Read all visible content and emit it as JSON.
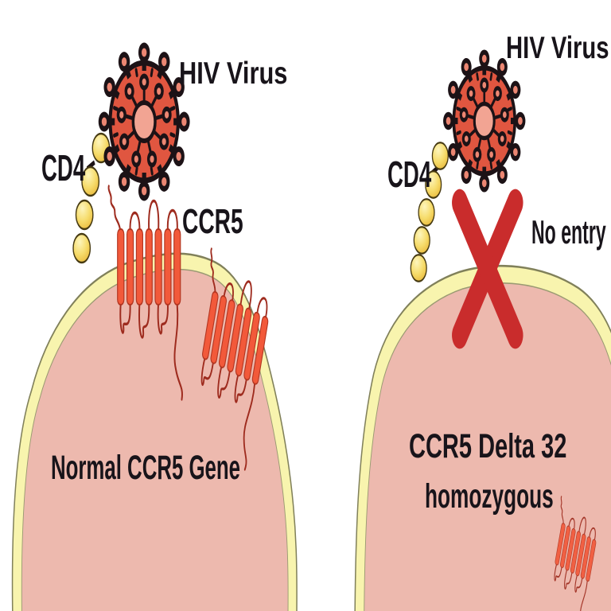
{
  "title": "HIV entry vs CCR5 Delta 32 diagram",
  "colors": {
    "background": "#ffffff",
    "virus_body": "#e05640",
    "virus_outline": "#1c1216",
    "virus_inner_pink": "#ec8672",
    "virus_core_pink": "#f2a493",
    "cell_membrane": "#f8f4ae",
    "cell_membrane_edge": "#80805a",
    "cell_cytoplasm": "#edb9ae",
    "cd4_bead_yellow": "#f6dc6c",
    "ccr5_helix_orange": "#f2593a",
    "ccr5_loop_red": "#9e2b1e",
    "no_entry_x_red": "#c92c2c",
    "label_text": "#18141a"
  },
  "left_panel": {
    "virus_label": "HIV Virus",
    "cd4_label": "CD4",
    "ccr5_label": "CCR5",
    "cell_label": "Normal CCR5 Gene"
  },
  "right_panel": {
    "virus_label": "HIV Virus",
    "cd4_label": "CD4",
    "no_entry_label": "No entry",
    "cell_label_line1": "CCR5 Delta 32",
    "cell_label_line2": "homozygous"
  }
}
